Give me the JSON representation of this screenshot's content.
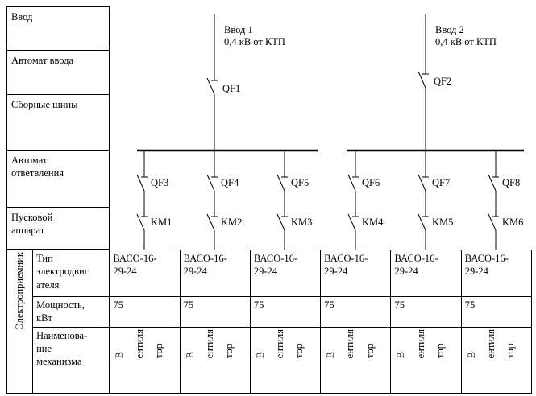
{
  "sidebar": {
    "rows": [
      "Ввод",
      "Автомат ввода",
      "Сборные шины",
      "Автомат\nответвления",
      "Пусковой\nаппарат"
    ]
  },
  "diagram": {
    "feeds": [
      {
        "title": "Ввод 1",
        "subtitle": "0,4 кВ от КТП",
        "breaker": "QF1"
      },
      {
        "title": "Ввод 2",
        "subtitle": "0,4 кВ от КТП",
        "breaker": "QF2"
      }
    ],
    "branch_breakers": [
      "QF3",
      "QF4",
      "QF5",
      "QF6",
      "QF7",
      "QF8"
    ],
    "starters": [
      "KM1",
      "KM2",
      "KM3",
      "KM4",
      "KM5",
      "KM6"
    ],
    "line_color": "#000000"
  },
  "table": {
    "group_label": "Электроприемник",
    "row_type": {
      "label": "Тип\nэлектродвиг\nателя",
      "values": [
        "ВАСО-16-\n29-24",
        "ВАСО-16-\n29-24",
        "ВАСО-16-\n29-24",
        "ВАСО-16-\n29-24",
        "ВАСО-16-\n29-24",
        "ВАСО-16-\n29-24"
      ]
    },
    "row_power": {
      "label": "Мощность,\nкВт",
      "values": [
        "75",
        "75",
        "75",
        "75",
        "75",
        "75"
      ]
    },
    "row_mech": {
      "label": "Наименова-\nние\nмеханизма",
      "lines": [
        "В",
        "ентиля",
        "тор"
      ]
    }
  }
}
